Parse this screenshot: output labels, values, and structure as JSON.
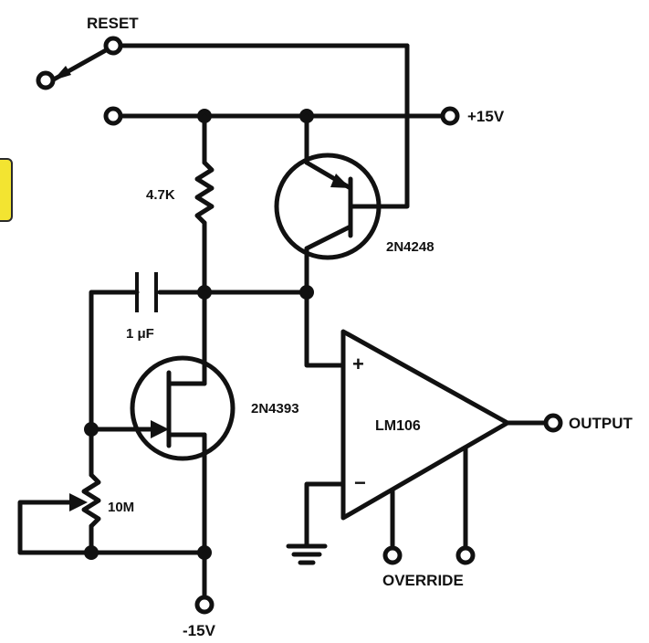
{
  "diagram": {
    "type": "circuit-schematic",
    "labels": {
      "reset": "RESET",
      "plus15": "+15V",
      "minus15": "-15V",
      "output": "OUTPUT",
      "override": "OVERRIDE",
      "r1": "4.7K",
      "c1": "1 μF",
      "r2": "10M",
      "q1": "2N4248",
      "q2": "2N4393",
      "opamp": "LM106",
      "plus": "+",
      "minus": "−"
    },
    "components": [
      {
        "ref": "reset-switch",
        "kind": "switch"
      },
      {
        "ref": "q1",
        "kind": "pnp-transistor",
        "part": "2N4248"
      },
      {
        "ref": "r1",
        "kind": "resistor",
        "value": "4.7K"
      },
      {
        "ref": "c1",
        "kind": "capacitor",
        "value": "1 μF"
      },
      {
        "ref": "q2",
        "kind": "jfet",
        "part": "2N4393"
      },
      {
        "ref": "r2",
        "kind": "potentiometer",
        "value": "10M"
      },
      {
        "ref": "u1",
        "kind": "comparator",
        "part": "LM106"
      }
    ],
    "colors": {
      "ink": "#111111",
      "background": "#ffffff",
      "tab": "#f3e431"
    }
  }
}
